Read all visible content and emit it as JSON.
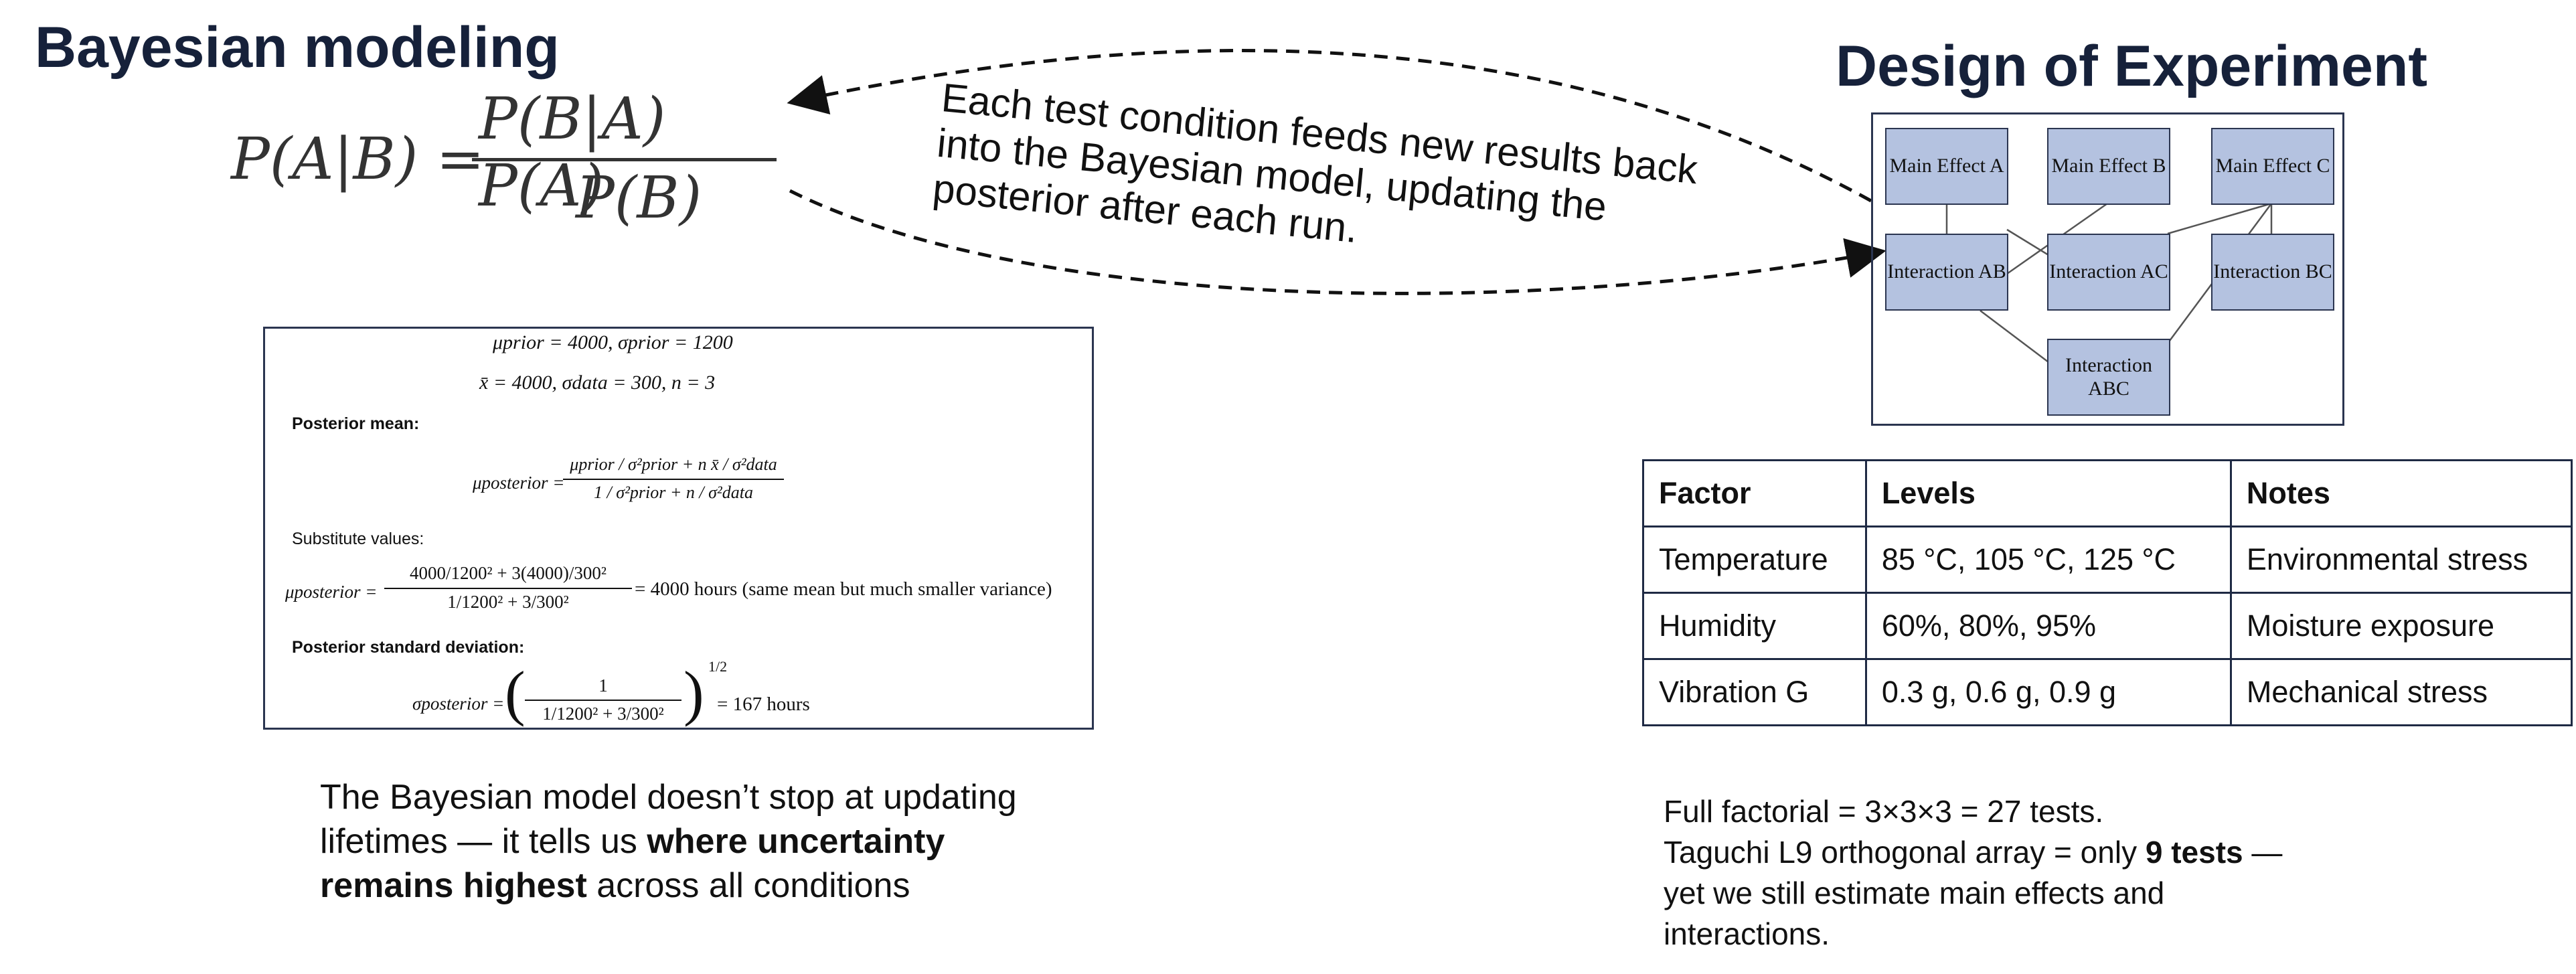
{
  "left": {
    "title": "Bayesian modeling",
    "bayes": {
      "lhs": "P(A|B) =",
      "numerator": "P(B|A) P(A)",
      "denominator": "P(B)"
    },
    "derivation": {
      "prior_line": "μprior = 4000,    σprior = 1200",
      "data_line": "x̄ = 4000,    σdata = 300,    n = 3",
      "posterior_mean_label": "Posterior mean:",
      "posterior_formula_lhs": "μposterior =",
      "posterior_formula_num": "μprior / σ²prior + n x̄ / σ²data",
      "posterior_formula_den": "1 / σ²prior + n / σ²data",
      "substitute_label": "Substitute values:",
      "substitute_lhs": "μposterior =",
      "substitute_num": "4000/1200² + 3(4000)/300²",
      "substitute_den": "1/1200² + 3/300²",
      "substitute_result": "= 4000 hours (same mean but much smaller variance)",
      "posterior_sd_label": "Posterior standard deviation:",
      "sd_lhs": "σposterior =",
      "sd_num": "1",
      "sd_den": "1/1200² + 3/300²",
      "sd_exp": "1/2",
      "sd_result": "= 167 hours"
    },
    "summary": {
      "part1": "The Bayesian model doesn’t stop at updating lifetimes — it tells us ",
      "bold": "where uncertainty remains highest",
      "part2": " across all conditions"
    }
  },
  "arrow_caption": {
    "line1": "Each test condition feeds new results back",
    "line2": "into the Bayesian model, updating the",
    "line3": "posterior after each run."
  },
  "right": {
    "title": "Design of Experiment",
    "diagram": {
      "nodes": {
        "a": "Main Effect A",
        "b": "Main Effect B",
        "c": "Main Effect C",
        "ab": "Interaction AB",
        "ac": "Interaction AC",
        "bc": "Interaction BC",
        "abc": "Interaction ABC"
      }
    },
    "table": {
      "headers": [
        "Factor",
        "Levels",
        "Notes"
      ],
      "rows": [
        [
          "Temperature",
          "85 °C, 105 °C, 125 °C",
          "Environmental stress"
        ],
        [
          "Humidity",
          "60%, 80%, 95%",
          "Moisture exposure"
        ],
        [
          "Vibration G",
          "0.3 g, 0.6 g, 0.9 g",
          "Mechanical stress"
        ]
      ]
    },
    "notes": {
      "line1": "Full factorial = 3×3×3 = 27 tests.",
      "line2_part1": "Taguchi L9 orthogonal array = only ",
      "line2_bold": "9 tests",
      "line2_part2": " — yet we still estimate main effects and interactions."
    }
  }
}
